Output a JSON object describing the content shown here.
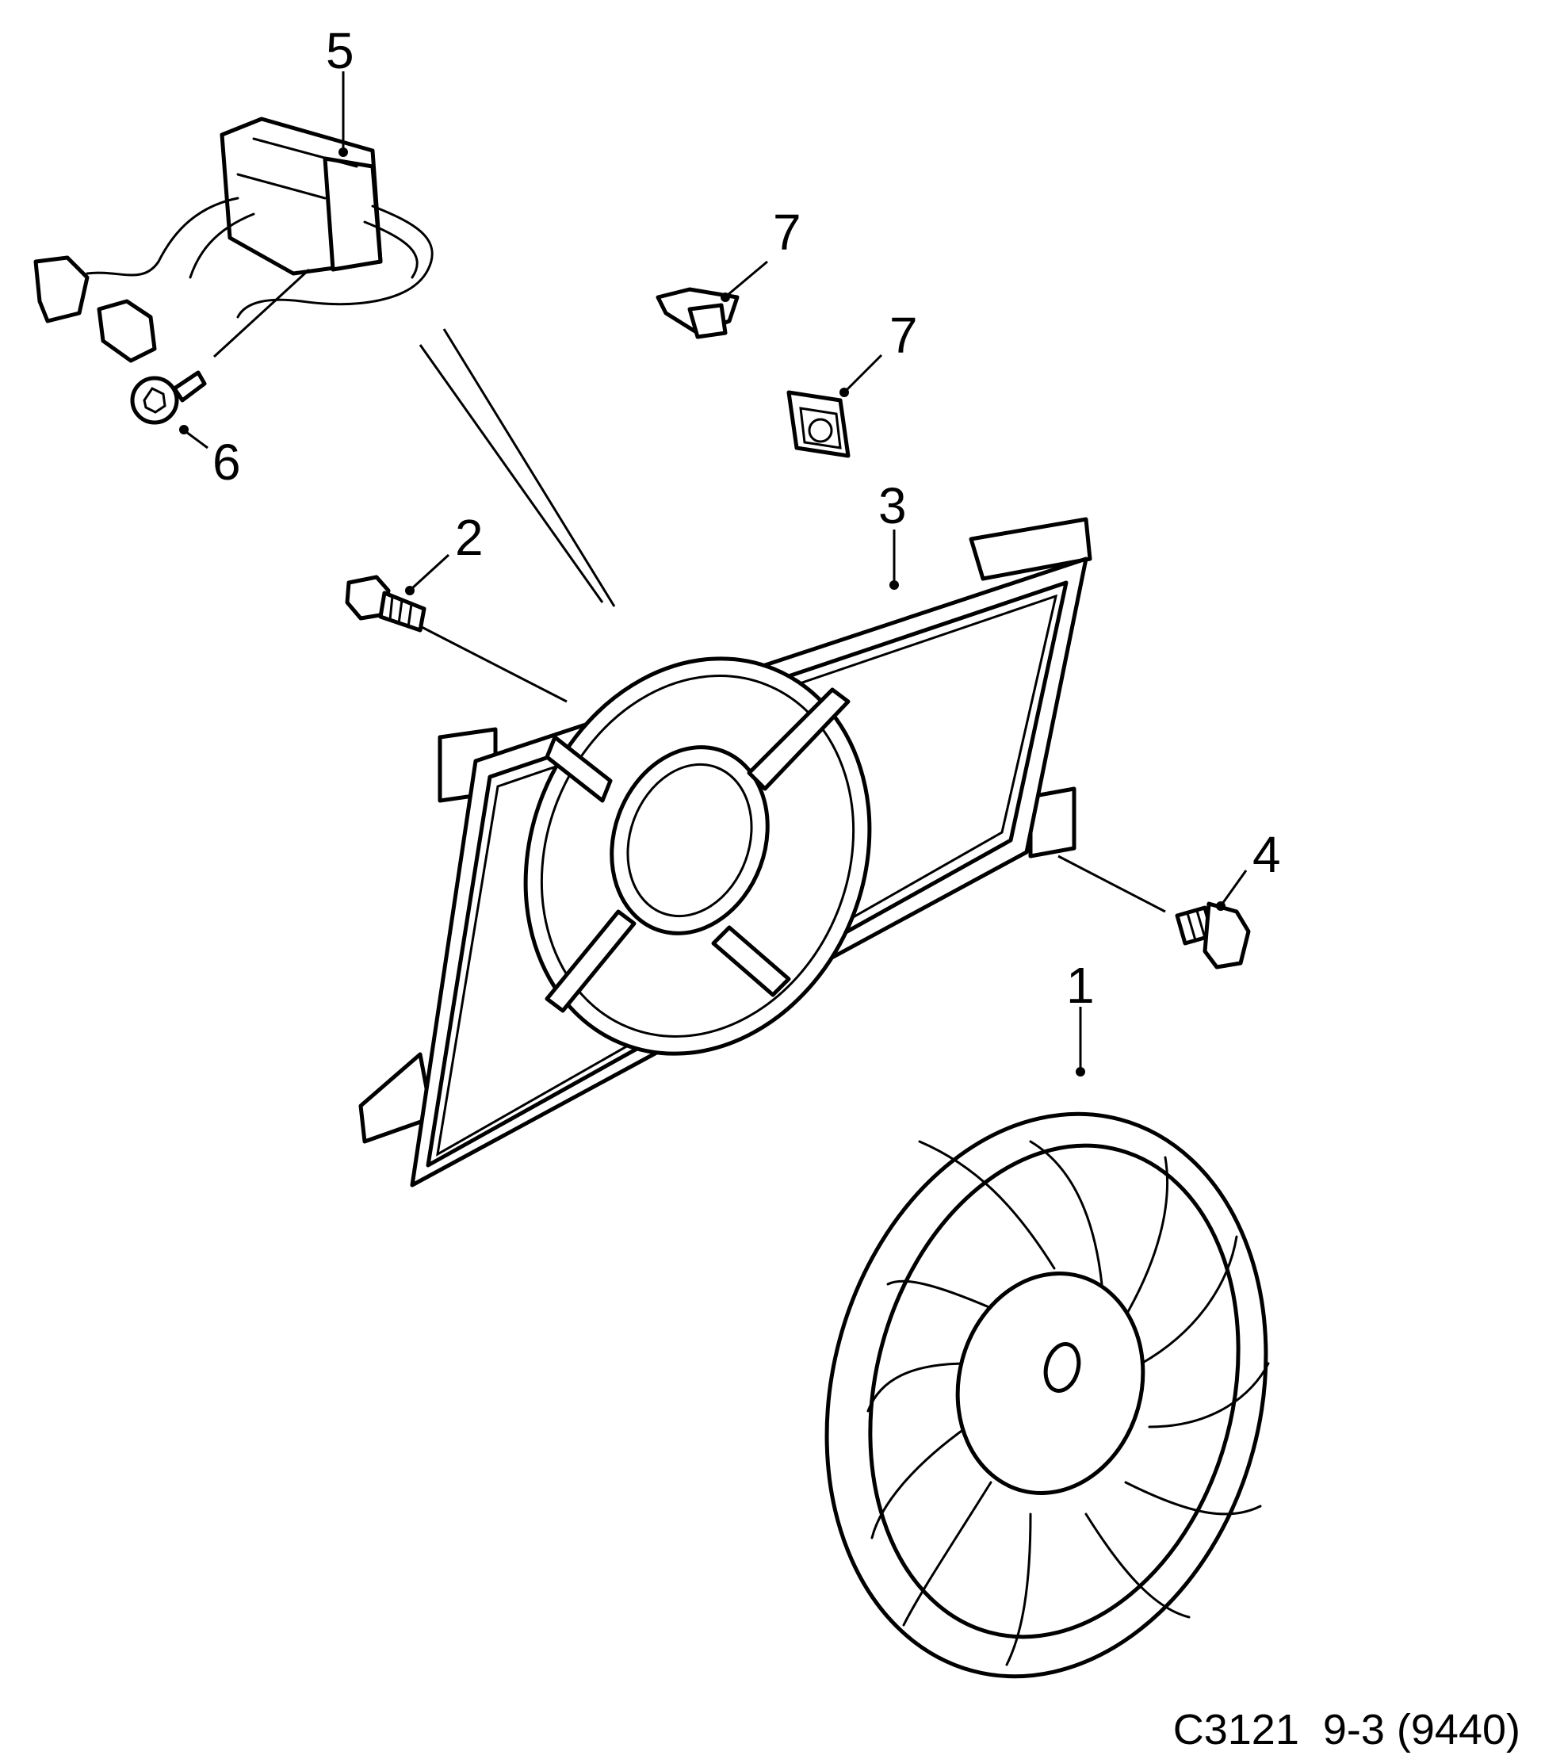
{
  "callouts": {
    "c1": "1",
    "c2": "2",
    "c3": "3",
    "c4": "4",
    "c5": "5",
    "c6": "6",
    "c7a": "7",
    "c7b": "7"
  },
  "reference": "C3121  9-3 (9440)",
  "colors": {
    "ink": "#000000",
    "paper": "#ffffff"
  }
}
